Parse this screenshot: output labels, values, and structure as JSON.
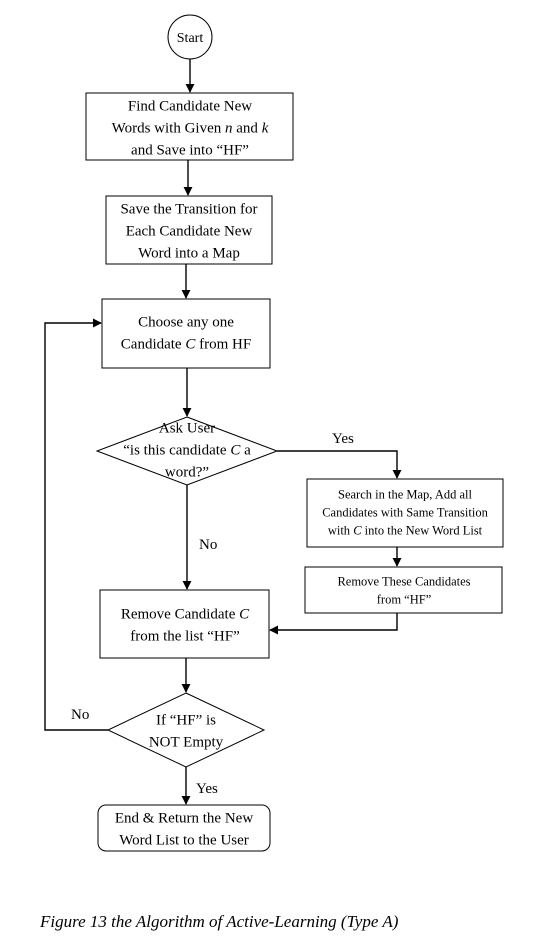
{
  "nodes": {
    "start": [
      "Start"
    ],
    "find": [
      "Find Candidate New",
      "Words with Given |n| and |k|",
      "and Save into “HF”"
    ],
    "save": [
      "Save the Transition for",
      "Each Candidate New",
      "Word into a Map"
    ],
    "choose": [
      "Choose any one",
      "Candidate |C| from HF"
    ],
    "ask": [
      "Ask User",
      "“is this candidate |C| a",
      "word?”"
    ],
    "search": [
      "Search in the Map, Add all",
      "Candidates with Same Transition",
      "with |C| into the New Word List"
    ],
    "remove_these": [
      "Remove These Candidates",
      "from “HF”"
    ],
    "remove_c": [
      "Remove Candidate |C|",
      "from the list “HF”"
    ],
    "if_hf": [
      "If “HF” is",
      "NOT Empty"
    ],
    "end": [
      "End & Return the New",
      "Word List to the User"
    ]
  },
  "edge_labels": {
    "ask_yes": "Yes",
    "ask_no": "No",
    "loop_no": "No",
    "end_yes": "Yes"
  },
  "caption": "Figure 13 the Algorithm of Active-Learning (Type A)"
}
